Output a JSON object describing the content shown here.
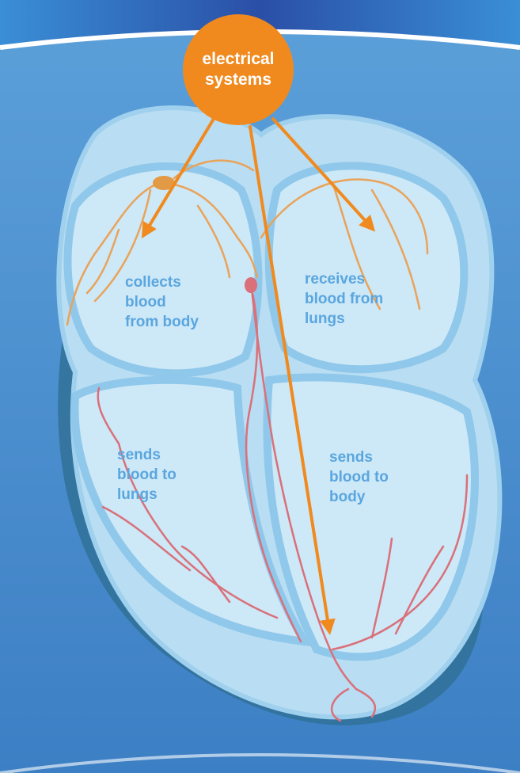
{
  "callout": {
    "line1": "electrical",
    "line2": "systems"
  },
  "chambers": {
    "right_atrium": {
      "lines": [
        "collects",
        "blood",
        "from body"
      ]
    },
    "left_atrium": {
      "lines": [
        "receives",
        "blood from",
        "lungs"
      ]
    },
    "right_ventricle": {
      "lines": [
        "sends",
        "blood to",
        "lungs"
      ]
    },
    "left_ventricle": {
      "lines": [
        "sends",
        "blood to",
        "body"
      ]
    }
  },
  "colors": {
    "background_top": "#2f5fae",
    "background": "#4b8fd0",
    "heart_outer": "#b9ddf2",
    "heart_wall": "#8fc8ea",
    "chamber_fill": "#cde8f7",
    "label_text": "#5aa6df",
    "callout": "#f08a1f",
    "nerve_orange": "#e9a35a",
    "purkinje_red": "#d9707a"
  }
}
